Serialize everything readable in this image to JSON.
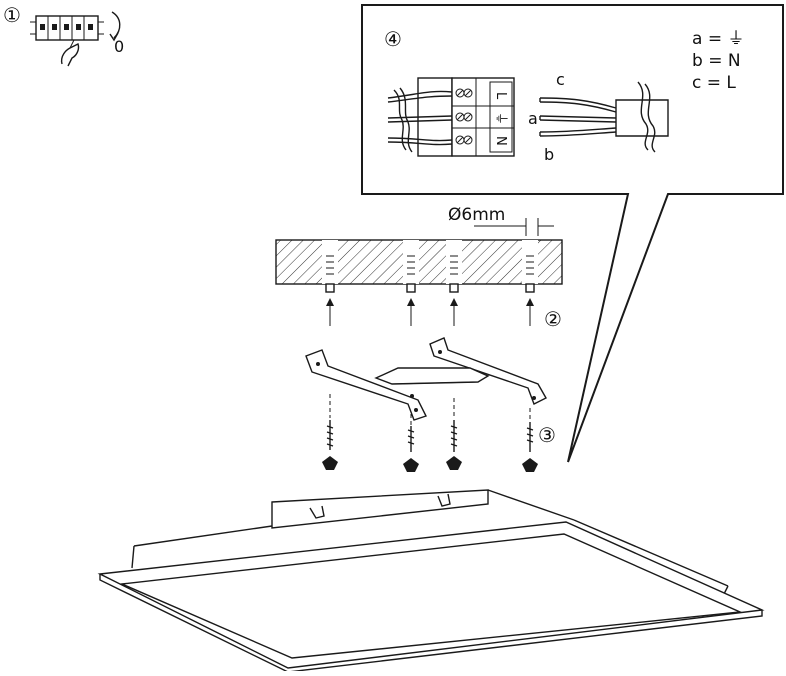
{
  "steps": {
    "step1": "①",
    "step1_value": "0",
    "step2": "②",
    "step3": "③",
    "step4": "④"
  },
  "drill": {
    "diameter": "Ø6mm"
  },
  "wiring": {
    "legend": [
      {
        "key": "a",
        "text": "a = ⏚"
      },
      {
        "key": "b",
        "text": "b = N"
      },
      {
        "key": "c",
        "text": "c = L"
      }
    ],
    "wire_labels": {
      "a": "a",
      "b": "b",
      "c": "c"
    },
    "terminal_labels": {
      "L": "L",
      "earth": "⏚",
      "N": "N"
    }
  },
  "icons": [
    "circuit-breaker-icon",
    "hand-icon",
    "screw-icon",
    "dowel-icon"
  ],
  "colors": {
    "line": "#1a1a1a",
    "background": "#ffffff"
  }
}
